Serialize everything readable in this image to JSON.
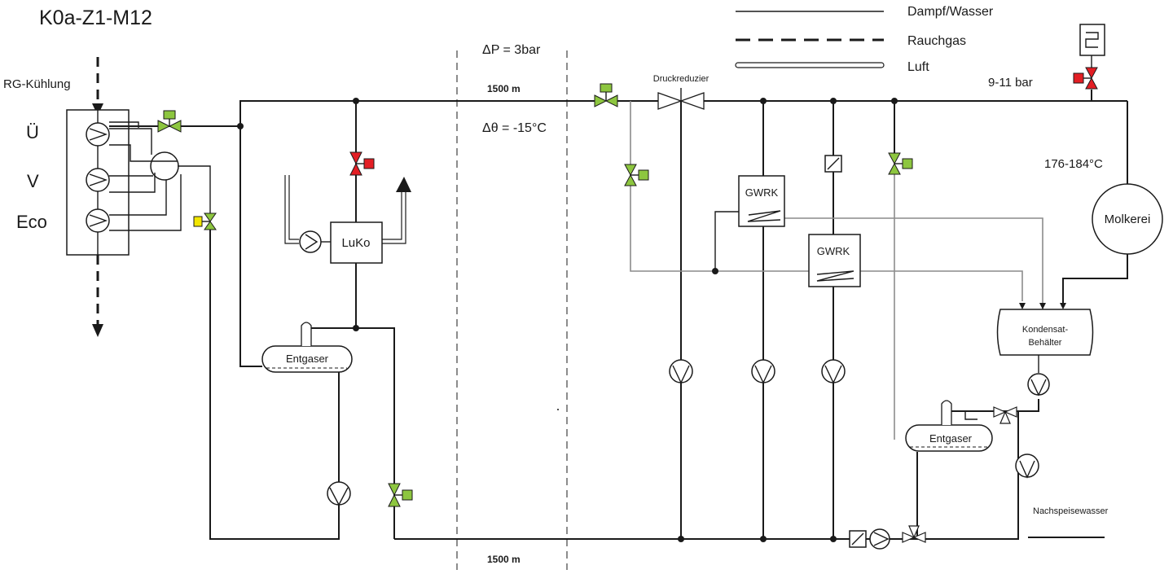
{
  "title": "K0a-Z1-M12",
  "legend": {
    "steam_water": "Dampf/Wasser",
    "flue_gas": "Rauchgas",
    "air": "Luft"
  },
  "boiler": {
    "cooling_label": "RG-Kühlung",
    "superheater": "Ü",
    "evaporator": "V",
    "economizer": "Eco"
  },
  "network": {
    "pressure_drop": "ΔP = 3bar",
    "temperature_drop": "Δθ = -15°C",
    "supply_length": "1500 m",
    "return_length": "1500 m"
  },
  "components": {
    "air_cooler": "LuKo",
    "deaerator_left": "Entgaser",
    "deaerator_right": "Entgaser",
    "pressure_reducer": "Druckreduzier",
    "heat_recovery_1": "GWRK",
    "heat_recovery_2": "GWRK",
    "consumer": "Molkerei",
    "condensate_tank_line1": "Kondensat-",
    "condensate_tank_line2": "Behälter",
    "makeup_water": "Nachspeisewasser"
  },
  "consumer_conditions": {
    "pressure": "9-11 bar",
    "temperature": "176-184°C"
  },
  "colors": {
    "valve_open": "#8dc63f",
    "valve_closed": "#e31e24",
    "valve_control": "#f2e600",
    "line": "#1a1a1a",
    "secondary_line": "#8c8c8c"
  }
}
